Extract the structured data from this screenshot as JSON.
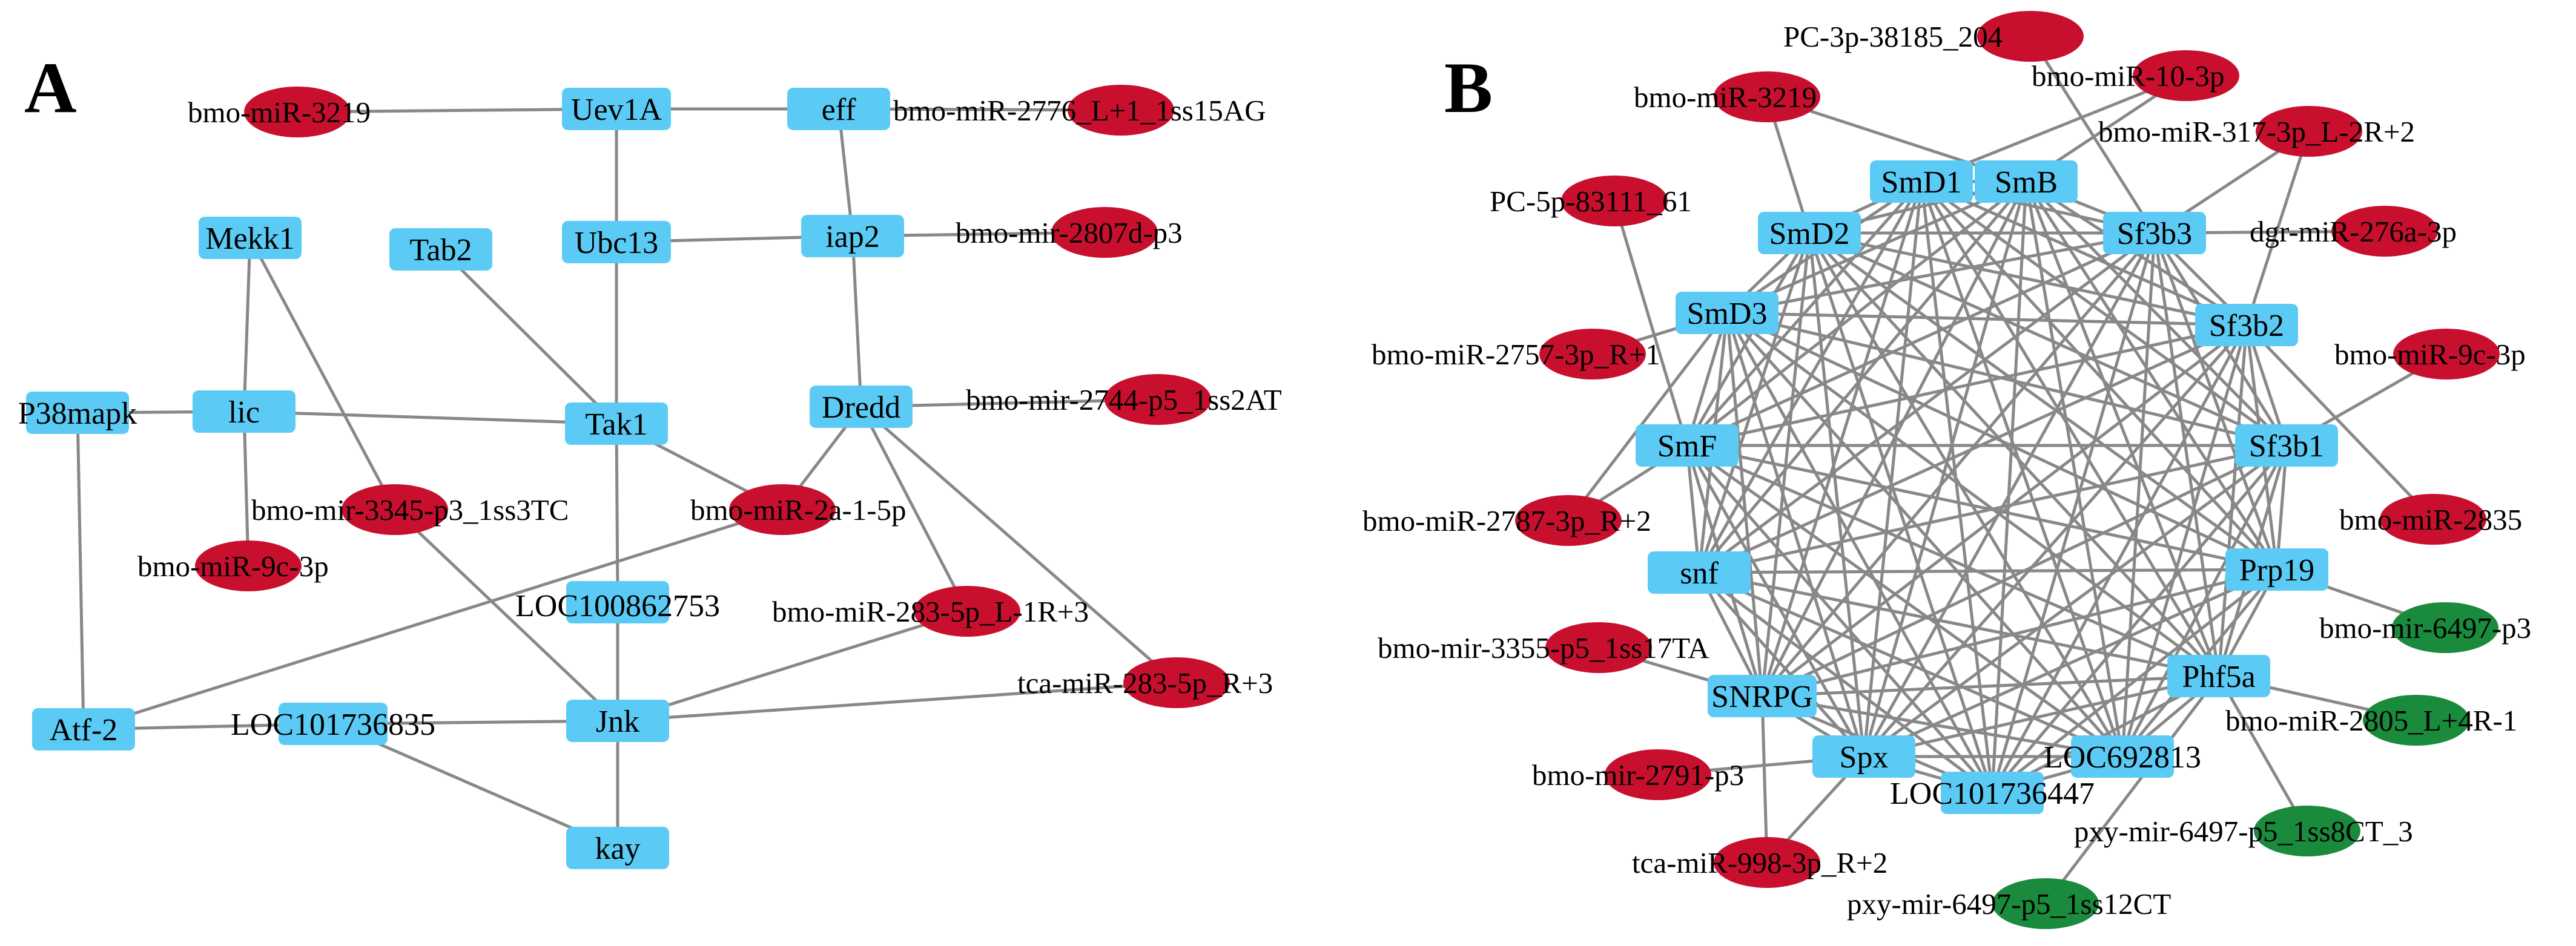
{
  "panels": [
    {
      "id": "A",
      "label": "A",
      "genes": [
        {
          "id": "a_uev1a",
          "label": "Uev1A"
        },
        {
          "id": "a_eff",
          "label": "eff"
        },
        {
          "id": "a_ubc13",
          "label": "Ubc13"
        },
        {
          "id": "a_iap2",
          "label": "iap2"
        },
        {
          "id": "a_mekk1",
          "label": "Mekk1"
        },
        {
          "id": "a_tab2",
          "label": "Tab2"
        },
        {
          "id": "a_lic",
          "label": "lic"
        },
        {
          "id": "a_p38",
          "label": "P38mapk"
        },
        {
          "id": "a_tak1",
          "label": "Tak1"
        },
        {
          "id": "a_dredd",
          "label": "Dredd"
        },
        {
          "id": "a_loc753",
          "label": "LOC100862753"
        },
        {
          "id": "a_atf2",
          "label": "Atf-2"
        },
        {
          "id": "a_loc835",
          "label": "LOC101736835"
        },
        {
          "id": "a_jnk",
          "label": "Jnk"
        },
        {
          "id": "a_kay",
          "label": "kay"
        }
      ],
      "mirnas": [
        {
          "id": "a_m3219",
          "label": "bmo-miR-3219",
          "color": "#c8102e"
        },
        {
          "id": "a_m2776",
          "label": "bmo-miR-2776_L+1_1ss15AG",
          "color": "#c8102e"
        },
        {
          "id": "a_m2807",
          "label": "bmo-mir-2807d-p3",
          "color": "#c8102e"
        },
        {
          "id": "a_m2744",
          "label": "bmo-mir-2744-p5_1ss2AT",
          "color": "#c8102e"
        },
        {
          "id": "a_m3345",
          "label": "bmo-mir-3345-p3_1ss3TC",
          "color": "#c8102e"
        },
        {
          "id": "a_m2a",
          "label": "bmo-miR-2a-1-5p",
          "color": "#c8102e"
        },
        {
          "id": "a_m9c",
          "label": "bmo-miR-9c-3p",
          "color": "#c8102e"
        },
        {
          "id": "a_m283",
          "label": "bmo-miR-283-5p_L-1R+3",
          "color": "#c8102e"
        },
        {
          "id": "a_tca283",
          "label": "tca-miR-283-5p_R+3",
          "color": "#c8102e"
        }
      ]
    },
    {
      "id": "B",
      "label": "B",
      "genes": [
        {
          "id": "b_smd1",
          "label": "SmD1"
        },
        {
          "id": "b_smb",
          "label": "SmB"
        },
        {
          "id": "b_smd2",
          "label": "SmD2"
        },
        {
          "id": "b_sf3b3",
          "label": "Sf3b3"
        },
        {
          "id": "b_smd3",
          "label": "SmD3"
        },
        {
          "id": "b_sf3b2",
          "label": "Sf3b2"
        },
        {
          "id": "b_smf",
          "label": "SmF"
        },
        {
          "id": "b_sf3b1",
          "label": "Sf3b1"
        },
        {
          "id": "b_snf",
          "label": "snf"
        },
        {
          "id": "b_prp19",
          "label": "Prp19"
        },
        {
          "id": "b_snrpg",
          "label": "SNRPG"
        },
        {
          "id": "b_phf5a",
          "label": "Phf5a"
        },
        {
          "id": "b_spx",
          "label": "Spx"
        },
        {
          "id": "b_loc447",
          "label": "LOC101736447"
        },
        {
          "id": "b_loc813",
          "label": "LOC692813"
        }
      ],
      "mirnas": [
        {
          "id": "b_pc3p",
          "label": "PC-3p-38185_204",
          "color": "#c8102e"
        },
        {
          "id": "b_m10",
          "label": "bmo-miR-10-3p",
          "color": "#c8102e"
        },
        {
          "id": "b_m3219",
          "label": "bmo-miR-3219",
          "color": "#c8102e"
        },
        {
          "id": "b_m317",
          "label": "bmo-miR-317-3p_L-2R+2",
          "color": "#c8102e"
        },
        {
          "id": "b_pc5p",
          "label": "PC-5p-83111_61",
          "color": "#c8102e"
        },
        {
          "id": "b_dgr276",
          "label": "dgr-miR-276a-3p",
          "color": "#c8102e"
        },
        {
          "id": "b_m2757",
          "label": "bmo-miR-2757-3p_R+1",
          "color": "#c8102e"
        },
        {
          "id": "b_m9c",
          "label": "bmo-miR-9c-3p",
          "color": "#c8102e"
        },
        {
          "id": "b_m2787",
          "label": "bmo-miR-2787-3p_R+2",
          "color": "#c8102e"
        },
        {
          "id": "b_m2835",
          "label": "bmo-miR-2835",
          "color": "#c8102e"
        },
        {
          "id": "b_m6497p3",
          "label": "bmo-mir-6497-p3",
          "color": "#1a8a3c"
        },
        {
          "id": "b_m3355",
          "label": "bmo-mir-3355-p5_1ss17TA",
          "color": "#c8102e"
        },
        {
          "id": "b_m2805",
          "label": "bmo-miR-2805_L+4R-1",
          "color": "#1a8a3c"
        },
        {
          "id": "b_m2791",
          "label": "bmo-mir-2791-p3",
          "color": "#c8102e"
        },
        {
          "id": "b_pxy8ct",
          "label": "pxy-mir-6497-p5_1ss8CT_3",
          "color": "#1a8a3c"
        },
        {
          "id": "b_tca998",
          "label": "tca-miR-998-3p_R+2",
          "color": "#c8102e"
        },
        {
          "id": "b_pxy12ct",
          "label": "pxy-mir-6497-p5_1ss12CT",
          "color": "#1a8a3c"
        }
      ]
    }
  ],
  "edges": [
    [
      "a_m3219",
      "a_uev1a"
    ],
    [
      "a_uev1a",
      "a_eff"
    ],
    [
      "a_eff",
      "a_m2776"
    ],
    [
      "a_uev1a",
      "a_ubc13"
    ],
    [
      "a_eff",
      "a_iap2"
    ],
    [
      "a_ubc13",
      "a_iap2"
    ],
    [
      "a_iap2",
      "a_m2807"
    ],
    [
      "a_iap2",
      "a_dredd"
    ],
    [
      "a_ubc13",
      "a_tak1"
    ],
    [
      "a_tab2",
      "a_tak1"
    ],
    [
      "a_mekk1",
      "a_lic"
    ],
    [
      "a_mekk1",
      "a_m3345"
    ],
    [
      "a_p38",
      "a_lic"
    ],
    [
      "a_lic",
      "a_tak1"
    ],
    [
      "a_lic",
      "a_m9c"
    ],
    [
      "a_p38",
      "a_atf2"
    ],
    [
      "a_tak1",
      "a_m2a"
    ],
    [
      "a_dredd",
      "a_m2a"
    ],
    [
      "a_dredd",
      "a_m2744"
    ],
    [
      "a_dredd",
      "a_m283"
    ],
    [
      "a_dredd",
      "a_tca283"
    ],
    [
      "a_m2a",
      "a_atf2"
    ],
    [
      "a_m3345",
      "a_jnk"
    ],
    [
      "a_tak1",
      "a_loc753"
    ],
    [
      "a_loc753",
      "a_jnk"
    ],
    [
      "a_atf2",
      "a_loc835"
    ],
    [
      "a_loc835",
      "a_jnk"
    ],
    [
      "a_loc835",
      "a_kay"
    ],
    [
      "a_jnk",
      "a_kay"
    ],
    [
      "a_jnk",
      "a_m283"
    ],
    [
      "a_jnk",
      "a_tca283"
    ],
    [
      "b_pc3p",
      "b_sf3b3"
    ],
    [
      "b_m10",
      "b_smd1"
    ],
    [
      "b_m10",
      "b_smb"
    ],
    [
      "b_m3219",
      "b_smd2"
    ],
    [
      "b_m3219",
      "b_smb"
    ],
    [
      "b_m317",
      "b_sf3b3"
    ],
    [
      "b_m317",
      "b_sf3b2"
    ],
    [
      "b_dgr276",
      "b_sf3b3"
    ],
    [
      "b_pc5p",
      "b_smf"
    ],
    [
      "b_m2757",
      "b_smd3"
    ],
    [
      "b_m9c",
      "b_sf3b1"
    ],
    [
      "b_m2787",
      "b_smd3"
    ],
    [
      "b_m2787",
      "b_smf"
    ],
    [
      "b_m2835",
      "b_sf3b2"
    ],
    [
      "b_m6497p3",
      "b_prp19"
    ],
    [
      "b_m3355",
      "b_snrpg"
    ],
    [
      "b_m2805",
      "b_phf5a"
    ],
    [
      "b_m2791",
      "b_spx"
    ],
    [
      "b_tca998",
      "b_spx"
    ],
    [
      "b_tca998",
      "b_snrpg"
    ],
    [
      "b_pxy8ct",
      "b_phf5a"
    ],
    [
      "b_pxy12ct",
      "b_phf5a"
    ]
  ]
}
